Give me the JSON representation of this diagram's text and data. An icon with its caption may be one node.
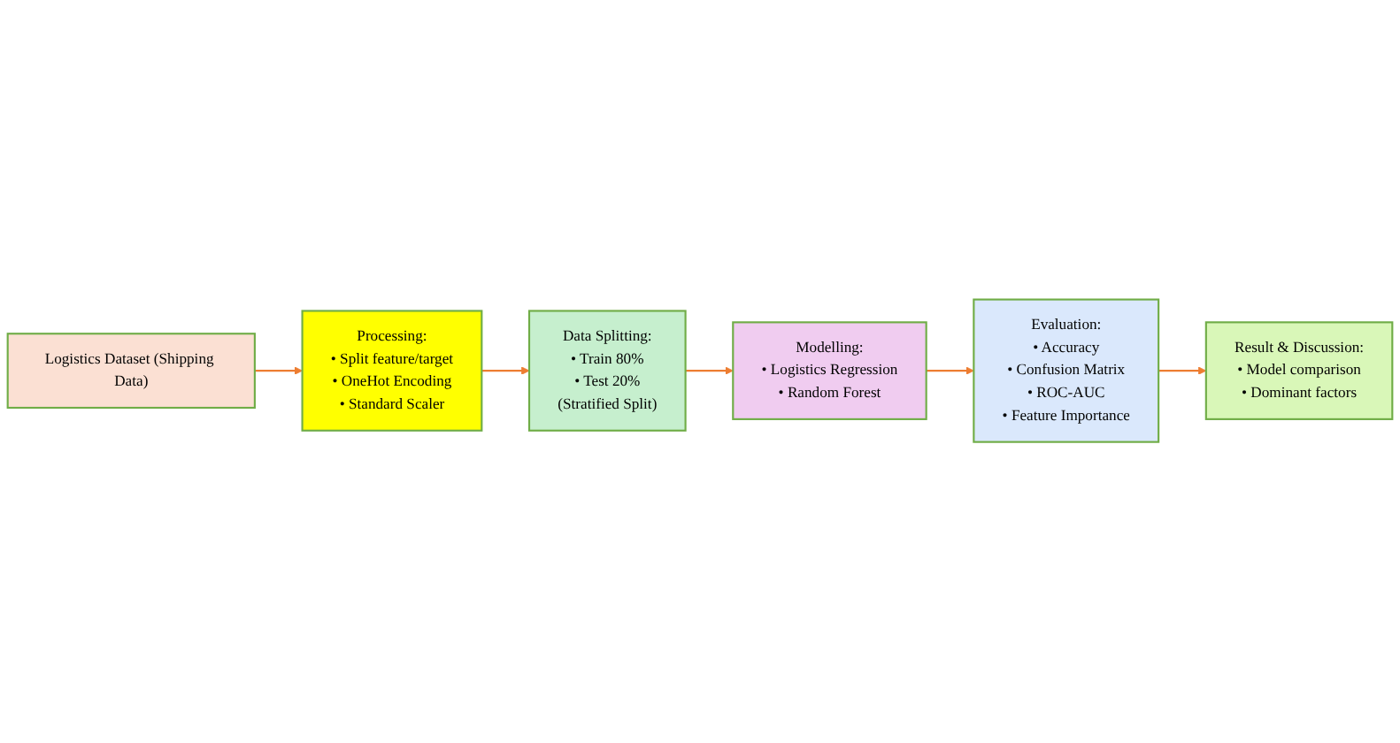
{
  "diagram": {
    "nodes": [
      {
        "text": [
          "Logistics Dataset (Shipping Data)"
        ]
      },
      {
        "text": [
          "Processing:",
          "• Split feature/target",
          "• OneHot Encoding",
          "• Standard Scaler"
        ]
      },
      {
        "text": [
          "Data Splitting:",
          "• Train 80%",
          "• Test 20%",
          "(Stratified Split)"
        ]
      },
      {
        "text": [
          "Modelling:",
          "• Logistics Regression",
          "• Random Forest"
        ]
      },
      {
        "text": [
          "Evaluation:",
          "• Accuracy",
          "• Confusion Matrix",
          "• ROC-AUC",
          "• Feature Importance"
        ]
      },
      {
        "text": [
          "Result & Discussion:",
          "• Model comparison",
          "• Dominant factors"
        ]
      }
    ],
    "edges": [
      {
        "from": 0,
        "to": 1,
        "arrow": "to"
      },
      {
        "from": 1,
        "to": 2,
        "arrow": "to"
      },
      {
        "from": 2,
        "to": 3,
        "arrow": "to"
      },
      {
        "from": 3,
        "to": 4,
        "arrow": "to"
      },
      {
        "from": 4,
        "to": 5,
        "arrow": "to"
      }
    ]
  }
}
